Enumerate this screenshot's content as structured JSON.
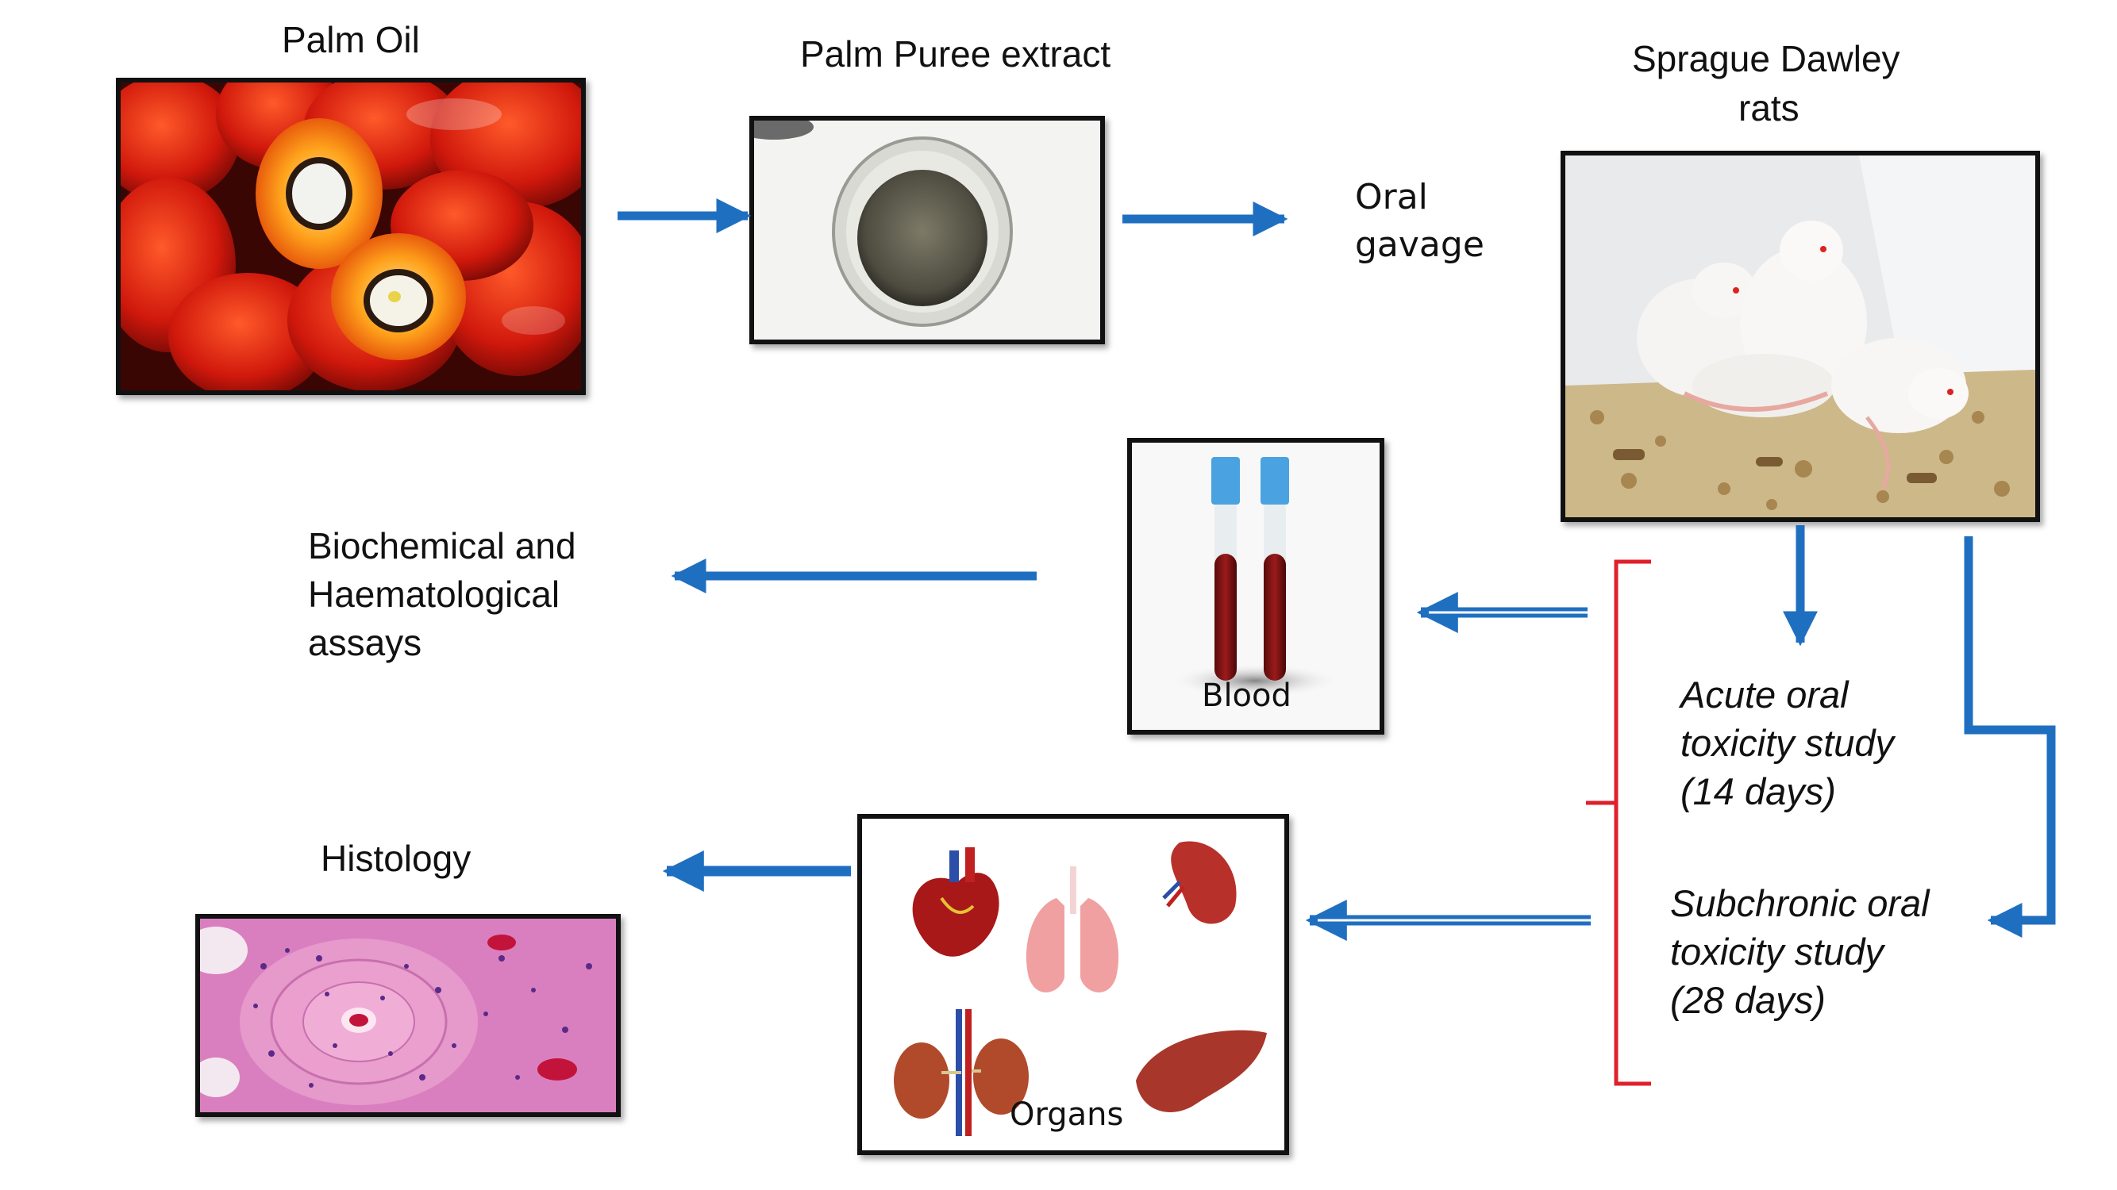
{
  "labels": {
    "palm_oil": "Palm Oil",
    "palm_puree": "Palm Puree extract",
    "oral_gavage_line1": "Oral",
    "oral_gavage_line2": "gavage",
    "rats_line1": "Sprague Dawley",
    "rats_line2": "rats",
    "assays_line1": "Biochemical and",
    "assays_line2": "Haematological",
    "assays_line3": "assays",
    "histology": "Histology",
    "acute_line1": "Acute oral",
    "acute_line2": "toxicity study",
    "acute_line3": "(14 days)",
    "subchronic_line1": "Subchronic oral",
    "subchronic_line2": "toxicity study",
    "subchronic_line3": "(28 days)",
    "blood": "Blood",
    "organs": "Organs"
  },
  "colors": {
    "arrow": "#1f6fc1",
    "bracket": "#e0202a",
    "frame": "#111111"
  },
  "icons": [
    "palm-fruit-photo",
    "puree-powder-jar-photo",
    "rats-photo",
    "blood-tubes-image",
    "organs-image",
    "histology-slide-image"
  ]
}
